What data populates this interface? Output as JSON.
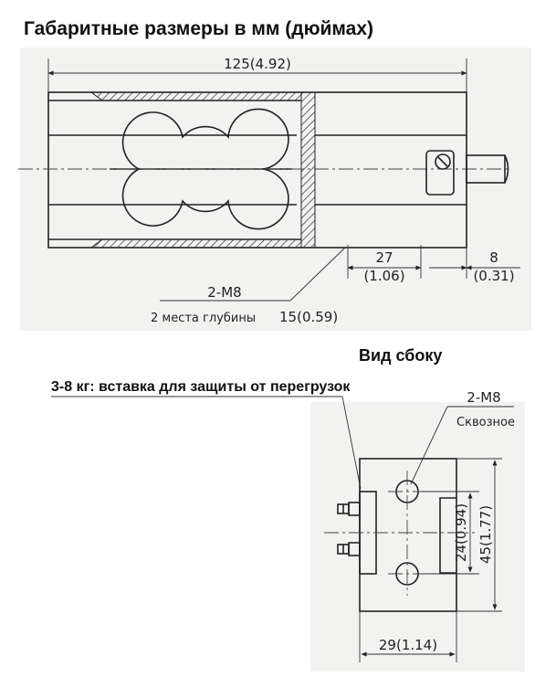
{
  "title": "Габаритные размеры в мм (дюймах)",
  "top_view": {
    "overall_length": "125(4.92)",
    "thread": "2-M8",
    "thread_depth_note": "2 места глубины",
    "thread_depth_value": "15(0.59)",
    "offset_mm": "27",
    "offset_in": "(1.06)",
    "tail_mm": "8",
    "tail_in": "(0.31)"
  },
  "side_view": {
    "label": "Вид сбоку",
    "overload_note": "3-8 кг: вставка для защиты от перегрузок",
    "thread": "2-M8",
    "through_note": "Сквозное",
    "hole_spacing": "24(0.94)",
    "height": "45(1.77)",
    "width": "29(1.14)"
  },
  "colors": {
    "line": "#222222",
    "paper": "#f2f2f1",
    "background": "#ffffff"
  }
}
